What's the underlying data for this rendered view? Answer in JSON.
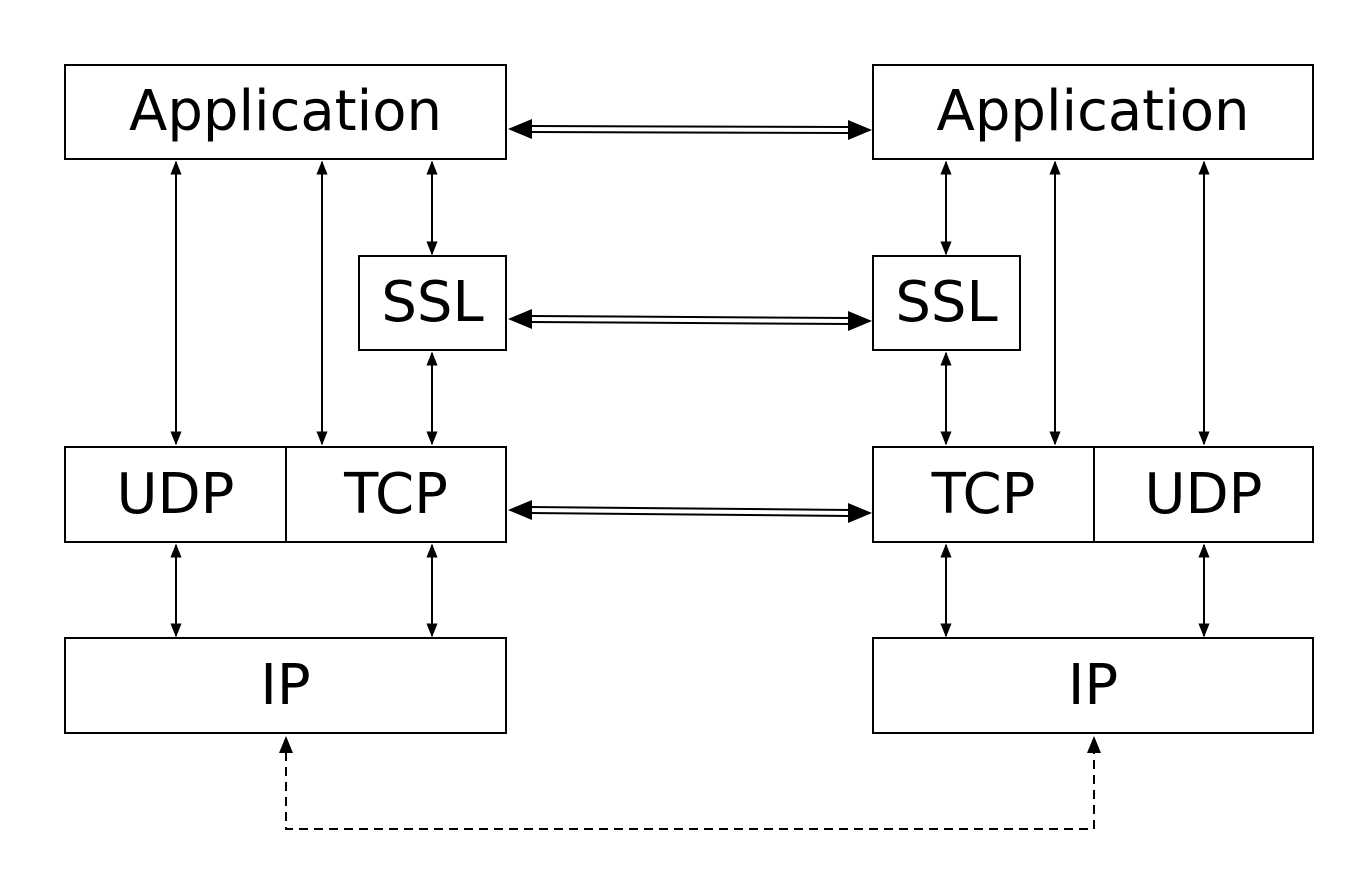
{
  "left_host": {
    "application": "Application",
    "ssl": "SSL",
    "udp": "UDP",
    "tcp": "TCP",
    "ip": "IP"
  },
  "right_host": {
    "application": "Application",
    "ssl": "SSL",
    "tcp": "TCP",
    "udp": "UDP",
    "ip": "IP"
  },
  "colors": {
    "stroke": "#000000",
    "background": "#ffffff"
  }
}
